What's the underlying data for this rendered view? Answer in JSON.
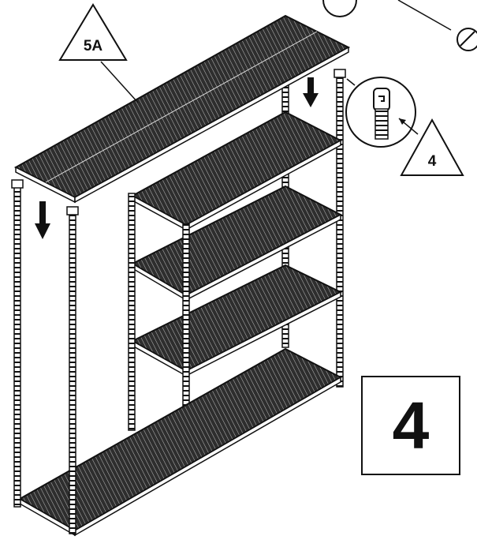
{
  "callouts": {
    "top_shelf": "5A",
    "post_detail": "4"
  },
  "step": {
    "number": "4"
  },
  "icons": [
    "down-arrow-icon",
    "down-arrow-icon",
    "magnifier-detail-icon"
  ],
  "colors": {
    "ink": "#111111",
    "paper": "#ffffff",
    "mesh": "#3a3a3a"
  }
}
